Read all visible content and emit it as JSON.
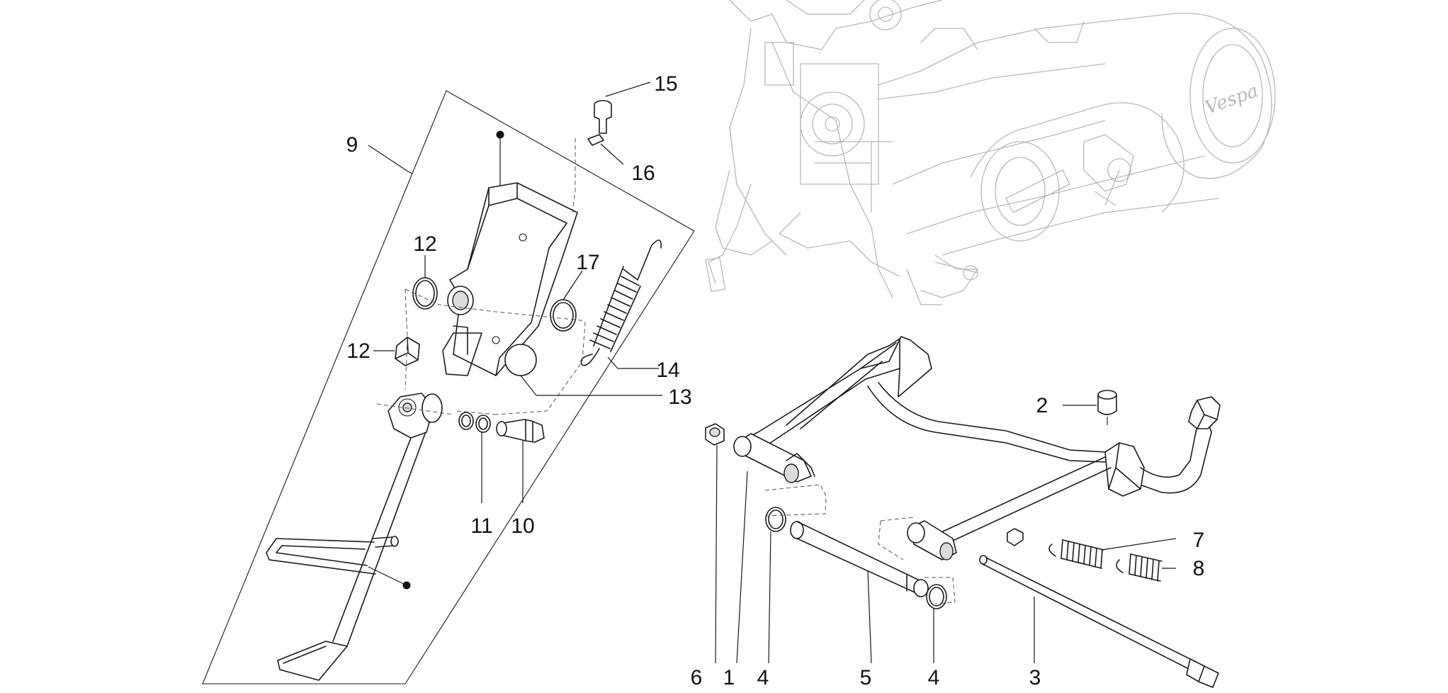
{
  "callouts": [
    {
      "id": "c1",
      "label": "1"
    },
    {
      "id": "c2",
      "label": "2"
    },
    {
      "id": "c3",
      "label": "3"
    },
    {
      "id": "c4a",
      "label": "4"
    },
    {
      "id": "c4b",
      "label": "4"
    },
    {
      "id": "c5",
      "label": "5"
    },
    {
      "id": "c6",
      "label": "6"
    },
    {
      "id": "c7",
      "label": "7"
    },
    {
      "id": "c8",
      "label": "8"
    },
    {
      "id": "c9",
      "label": "9"
    },
    {
      "id": "c10",
      "label": "10"
    },
    {
      "id": "c11",
      "label": "11"
    },
    {
      "id": "c12a",
      "label": "12"
    },
    {
      "id": "c12b",
      "label": "12"
    },
    {
      "id": "c13",
      "label": "13"
    },
    {
      "id": "c14",
      "label": "14"
    },
    {
      "id": "c15",
      "label": "15"
    },
    {
      "id": "c16",
      "label": "16"
    },
    {
      "id": "c17",
      "label": "17"
    }
  ],
  "engine": {
    "logo_text": "Vespa"
  },
  "colors": {
    "line": "#1a1a1a",
    "engine_line": "#b8b8b8",
    "background": "#ffffff"
  }
}
